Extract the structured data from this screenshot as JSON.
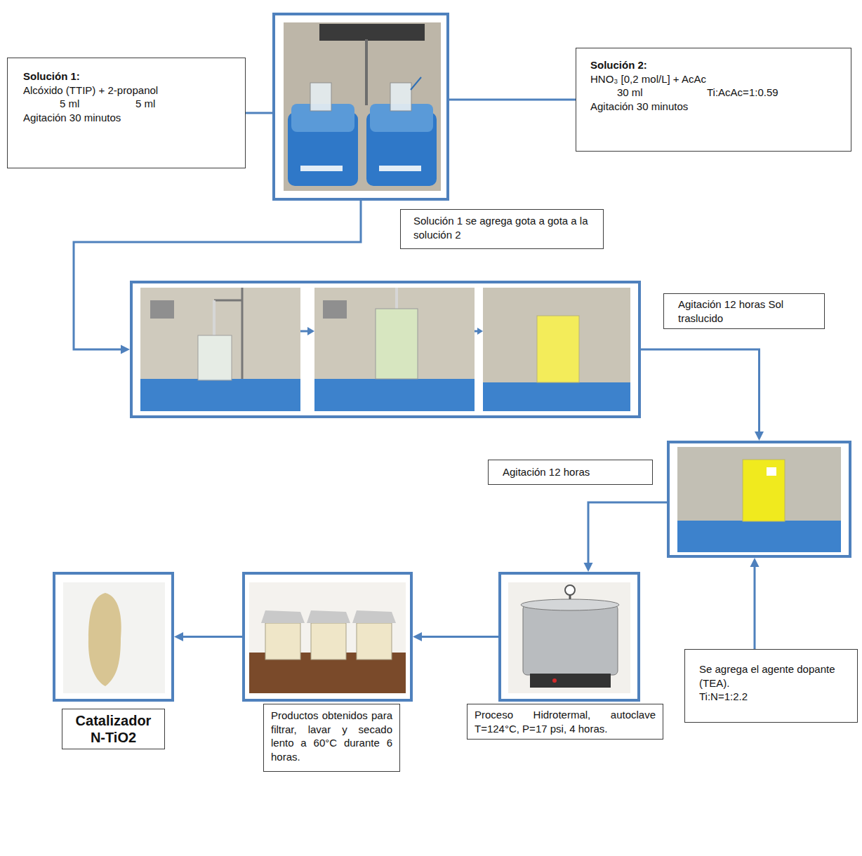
{
  "diagram": {
    "nodes": [
      {
        "text": [
          "Solución 1:",
          "Alcóxido (TTIP) + 2-propanol",
          "5 ml",
          "5 ml",
          "Agitación 30 minutos"
        ]
      },
      {
        "text": []
      },
      {
        "text": [
          "Solución 2:",
          "HNO₃ [0,2 mol/L] + AcAc",
          "30 ml",
          "Ti:AcAc=1:0.59",
          "Agitación 30 minutos"
        ]
      },
      {
        "text": [
          "Solución 1 se agrega gota a gota a la solución 2"
        ]
      },
      {
        "text": []
      },
      {
        "text": [
          "Agitación 12 horas Sol traslucido"
        ]
      },
      {
        "text": [
          "Agitación 12 horas"
        ]
      },
      {
        "text": []
      },
      {
        "text": [
          "Se agrega el agente dopante (TEA).",
          "Ti:N=1:2.2"
        ]
      },
      {
        "text": []
      },
      {
        "text": [
          "Catalizador N-TiO2"
        ]
      },
      {
        "text": []
      },
      {
        "text": [
          "Productos obtenidos para filtrar, lavar y secado lento a 60°C durante 6 horas."
        ]
      },
      {
        "text": []
      },
      {
        "text": [
          "Proceso Hidrotermal, autoclave T=124°C, P=17 psi, 4 horas."
        ]
      }
    ],
    "edges": [
      {
        "from": 0,
        "to": 1,
        "arrow": "none"
      },
      {
        "from": 2,
        "to": 1,
        "arrow": "none"
      },
      {
        "from": 1,
        "to": 4,
        "arrow": "to"
      },
      {
        "from": 4,
        "to": 7,
        "arrow": "to"
      },
      {
        "from": 7,
        "to": 13,
        "arrow": "to"
      },
      {
        "from": 8,
        "to": 7,
        "arrow": "to"
      },
      {
        "from": 13,
        "to": 11,
        "arrow": "to"
      },
      {
        "from": 11,
        "to": 9,
        "arrow": "to"
      }
    ]
  }
}
